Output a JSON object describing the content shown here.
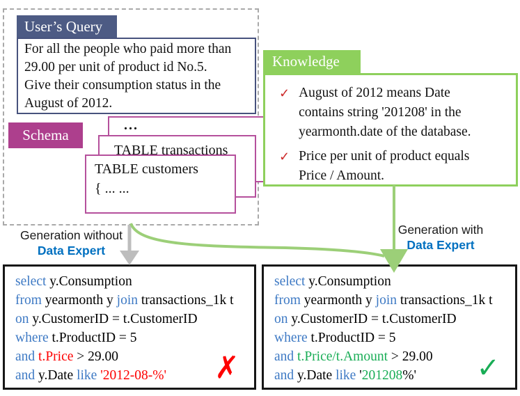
{
  "colors": {
    "header_blue": "#4d5b84",
    "header_border": "#47527d",
    "magenta": "#ad3f8d",
    "card_border": "#b5509c",
    "green": "#8ed05c",
    "green_arrow": "#9ccf78",
    "keyword_blue": "#3d79c4",
    "error_red": "#fe0000",
    "good_green": "#19ad56",
    "expert_blue": "#0070c0",
    "arrow_gray": "#bdbdbd",
    "dash_gray": "#a9a9a9",
    "check_red": "#cc2a2a"
  },
  "input_panel": {
    "user_query": {
      "title": "User’s Query",
      "lines": [
        "For all the people who paid more than",
        "29.00 per unit of product id No.5.",
        "Give their consumption status in the",
        "August of 2012."
      ]
    },
    "schema": {
      "title": "Schema",
      "cards": [
        {
          "lines": [
            "..."
          ]
        },
        {
          "lines": [
            "TABLE transactions"
          ]
        },
        {
          "lines": [
            "TABLE customers",
            "{ ... ..."
          ]
        }
      ]
    }
  },
  "knowledge": {
    "title": "Knowledge",
    "check_icon": "✓",
    "items": [
      {
        "lines": [
          "August of 2012 means Date",
          "contains string '201208' in the",
          "yearmonth.date of the database."
        ]
      },
      {
        "lines": [
          "Price per unit of product equals",
          "Price / Amount."
        ]
      }
    ]
  },
  "branches": {
    "left": {
      "line1": "Generation without",
      "line2": "Data Expert"
    },
    "right": {
      "line1": "Generation with",
      "line2": "Data Expert"
    }
  },
  "sql_left": {
    "verdict": "✗",
    "lines": [
      [
        {
          "t": "select",
          "c": "kw"
        },
        {
          "t": " y.Consumption",
          "c": "plain"
        }
      ],
      [
        {
          "t": "from",
          "c": "kw"
        },
        {
          "t": " yearmonth y ",
          "c": "plain"
        },
        {
          "t": "join",
          "c": "kw"
        },
        {
          "t": " transactions_1k t",
          "c": "plain"
        }
      ],
      [
        {
          "t": "on",
          "c": "kw"
        },
        {
          "t": " y.CustomerID = t.CustomerID",
          "c": "plain"
        }
      ],
      [
        {
          "t": "where",
          "c": "kw"
        },
        {
          "t": " t.ProductID = 5",
          "c": "plain"
        }
      ],
      [
        {
          "t": "and",
          "c": "kw"
        },
        {
          "t": " t.Price",
          "c": "bad"
        },
        {
          "t": " > 29.00",
          "c": "plain"
        }
      ],
      [
        {
          "t": "and",
          "c": "kw"
        },
        {
          "t": " y.Date ",
          "c": "plain"
        },
        {
          "t": "like",
          "c": "kw"
        },
        {
          "t": " '2012-08-%'",
          "c": "bad"
        }
      ]
    ]
  },
  "sql_right": {
    "verdict": "✓",
    "lines": [
      [
        {
          "t": "select",
          "c": "kw"
        },
        {
          "t": " y.Consumption",
          "c": "plain"
        }
      ],
      [
        {
          "t": "from",
          "c": "kw"
        },
        {
          "t": " yearmonth y ",
          "c": "plain"
        },
        {
          "t": "join",
          "c": "kw"
        },
        {
          "t": " transactions_1k t",
          "c": "plain"
        }
      ],
      [
        {
          "t": "on",
          "c": "kw"
        },
        {
          "t": " y.CustomerID = t.CustomerID",
          "c": "plain"
        }
      ],
      [
        {
          "t": "where",
          "c": "kw"
        },
        {
          "t": " t.ProductID = 5",
          "c": "plain"
        }
      ],
      [
        {
          "t": "and",
          "c": "kw"
        },
        {
          "t": " t.Price/t.Amount",
          "c": "good"
        },
        {
          "t": " > 29.00",
          "c": "plain"
        }
      ],
      [
        {
          "t": "and",
          "c": "kw"
        },
        {
          "t": " y.Date ",
          "c": "plain"
        },
        {
          "t": "like",
          "c": "kw"
        },
        {
          "t": " '",
          "c": "plain"
        },
        {
          "t": "201208",
          "c": "good"
        },
        {
          "t": "%'",
          "c": "plain"
        }
      ]
    ]
  }
}
